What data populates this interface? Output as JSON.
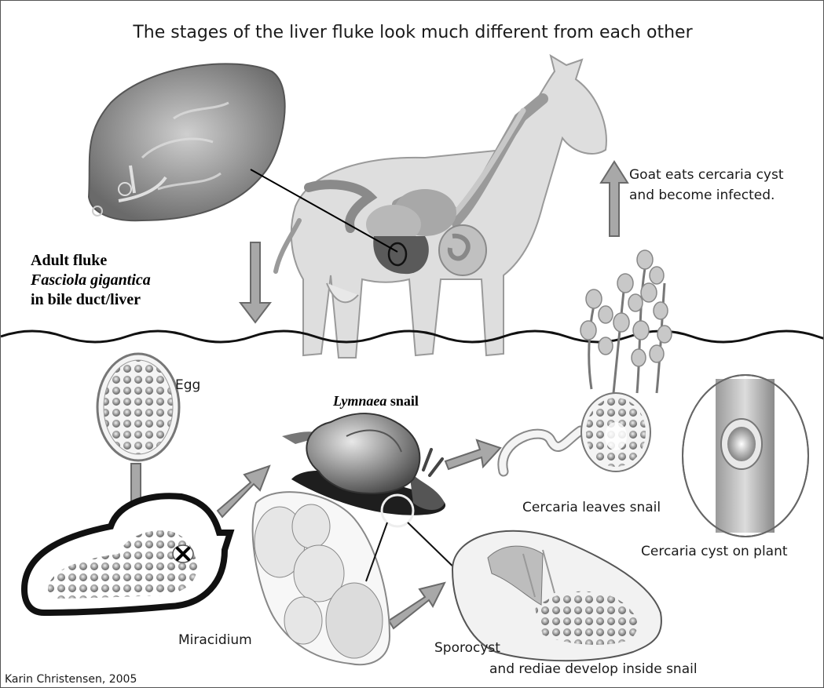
{
  "title": "The stages of the liver fluke look much different from each other",
  "adult": {
    "line1": "Adult fluke",
    "line2": "Fasciola gigantica",
    "line3": "in bile  duct/liver"
  },
  "goat": {
    "line1": "Goat eats cercaria cyst",
    "line2": "and become infected."
  },
  "egg": "Egg",
  "snail": {
    "genus": "Lymnaea",
    "word": "snail"
  },
  "miracidium": "Miracidium",
  "sporocyst": {
    "line1": "Sporocyst",
    "line2": "and rediae develop inside snail"
  },
  "cercaria_leaves": "Cercaria leaves snail",
  "cercaria_cyst": "Cercaria cyst on plant",
  "credit": "Karin Christensen, 2005"
}
